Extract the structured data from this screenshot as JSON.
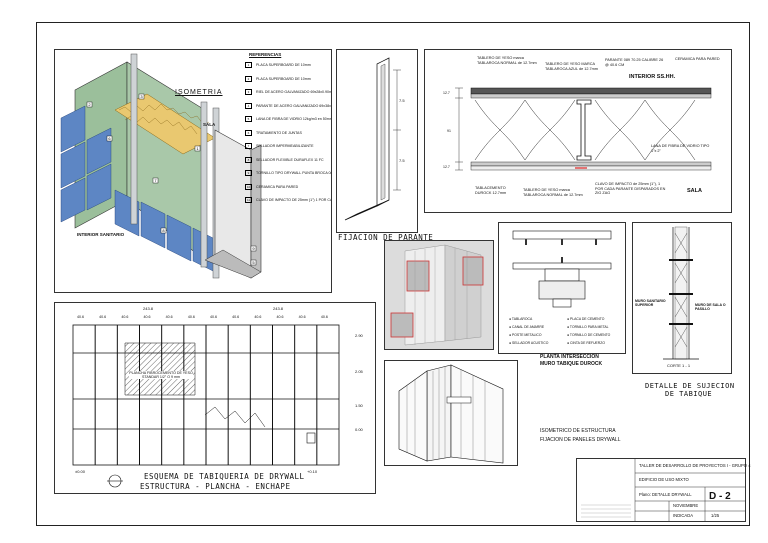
{
  "isometric": {
    "title": "ISOMETRIA",
    "room_sala": "SALA",
    "room_interior": "INTERIOR SANITARIO",
    "legend_title": "REFERENCIAS",
    "legend": [
      "PLACA SUPERBOARD DE 10mm",
      "PLACA SUPERBOARD DE 10mm",
      "RIEL DE ACERO GALVANIZADO 69x28x0.90mm",
      "PARANTE DE ACERO GALVANIZADO 69x38x0.90mm @ 407mm",
      "LANA DE FIBRA DE VIDRIO 12kg/m3 en 50mm",
      "TRATAMIENTO DE JUNTAS",
      "SELLADOR IMPERMEABILIZANTE",
      "SELLADOR FLEXIBLE DURAFLEX 11 FC",
      "TORNILLO TIPO DRYWALL PUNTA BROCA 08 bx",
      "CERAMICA PARA PARED",
      "CLAVO DE IMPACTO DE 25mm (1\") 1 POR CADA 2 ESPARRADOS EN ZIG ZAG"
    ]
  },
  "fijacion": {
    "caption": "FIJACION DE PARANTE",
    "dim1": "7.5",
    "dim2": "7.5"
  },
  "section": {
    "title": "INTERIOR SS.HH.",
    "sala": "SALA",
    "labels": [
      "TABLERO DE YESO marca TABLAROCA NORMAL de 12.7mm",
      "TABLERO DE YESO MARCA TABLAROCA AZUL de 12.7mm",
      "PARANTE 089 70.25 CALIBRE 26 @ 40.6 CM",
      "CERAMICA PARA PARED",
      "LANA DE FIBRA DE VIDRIO TIPO 1\"x 2\"",
      "TABLACEMENTO DUROCK 12.7mm",
      "TABLERO DE YESO marca TABLAROCA NORMAL de 12.7mm",
      "CLAVO DE IMPACTO de 25mm (1\"), 1 POR CADA PARANTE DISPARADOS EN ZIG ZAG"
    ],
    "dims": [
      "12.7",
      "91",
      "12.7"
    ]
  },
  "interseccion": {
    "caption1": "PLANTA INTERSECCION",
    "caption2": "MURO TABIQUE DUROCK",
    "notes": [
      "TABLAROCA",
      "CANAL DE AMARRE",
      "POSTE METALICO",
      "SELLADOR ACUSTICO",
      "PLACA DE CEMENTO",
      "TORNILLO PARA METAL",
      "TORNILLO DE CEMENTO",
      "CINTA DE REFUERZO"
    ]
  },
  "sujecion": {
    "caption1": "DETALLE DE SUJECION",
    "caption2": "DE TABIQUE",
    "cut": "CORTE 1 - 1",
    "left_label": "MURO SANITARIO SUPERIOR",
    "right_label": "MURO DE SALA O PASILLO"
  },
  "esquema": {
    "caption1": "ESQUEMA DE TABIQUERIA DE DRYWALL",
    "caption2": "ESTRUCTURA - PLANCHA - ENCHAPE",
    "top_dims": [
      "243.8",
      "243.8"
    ],
    "spacing": [
      "40.6",
      "40.6",
      "40.6",
      "40.6",
      "40.6",
      "40.6",
      "40.6",
      "40.6",
      "40.6",
      "40.6",
      "40.6",
      "40.6"
    ],
    "hatch_label": "PLANCHA FIBROCEMENTO DE YESO STANDAR 1/2\" O 9 mm",
    "right_levels": [
      "2.90",
      "2.05",
      "1.50",
      "0.00",
      "+0.10"
    ],
    "level_bottom": "±0.00"
  },
  "iso_estructura": {
    "line1": "ISOMETRICO DE ESTRUCTURA",
    "line2": "FIJACION DE PANELES DRYWALL"
  },
  "title_block": {
    "course": "TALLER DE DESARROLLO DE PROYECTOS I - GRUPO 4",
    "building": "EDIFICIO DE USO MIXTO",
    "plan": "Plano: DETALLE DRYWALL",
    "sheet": "D - 2",
    "date": "NOVIEMBRE",
    "scale_label": "INDICADA",
    "scale": "1/25"
  }
}
